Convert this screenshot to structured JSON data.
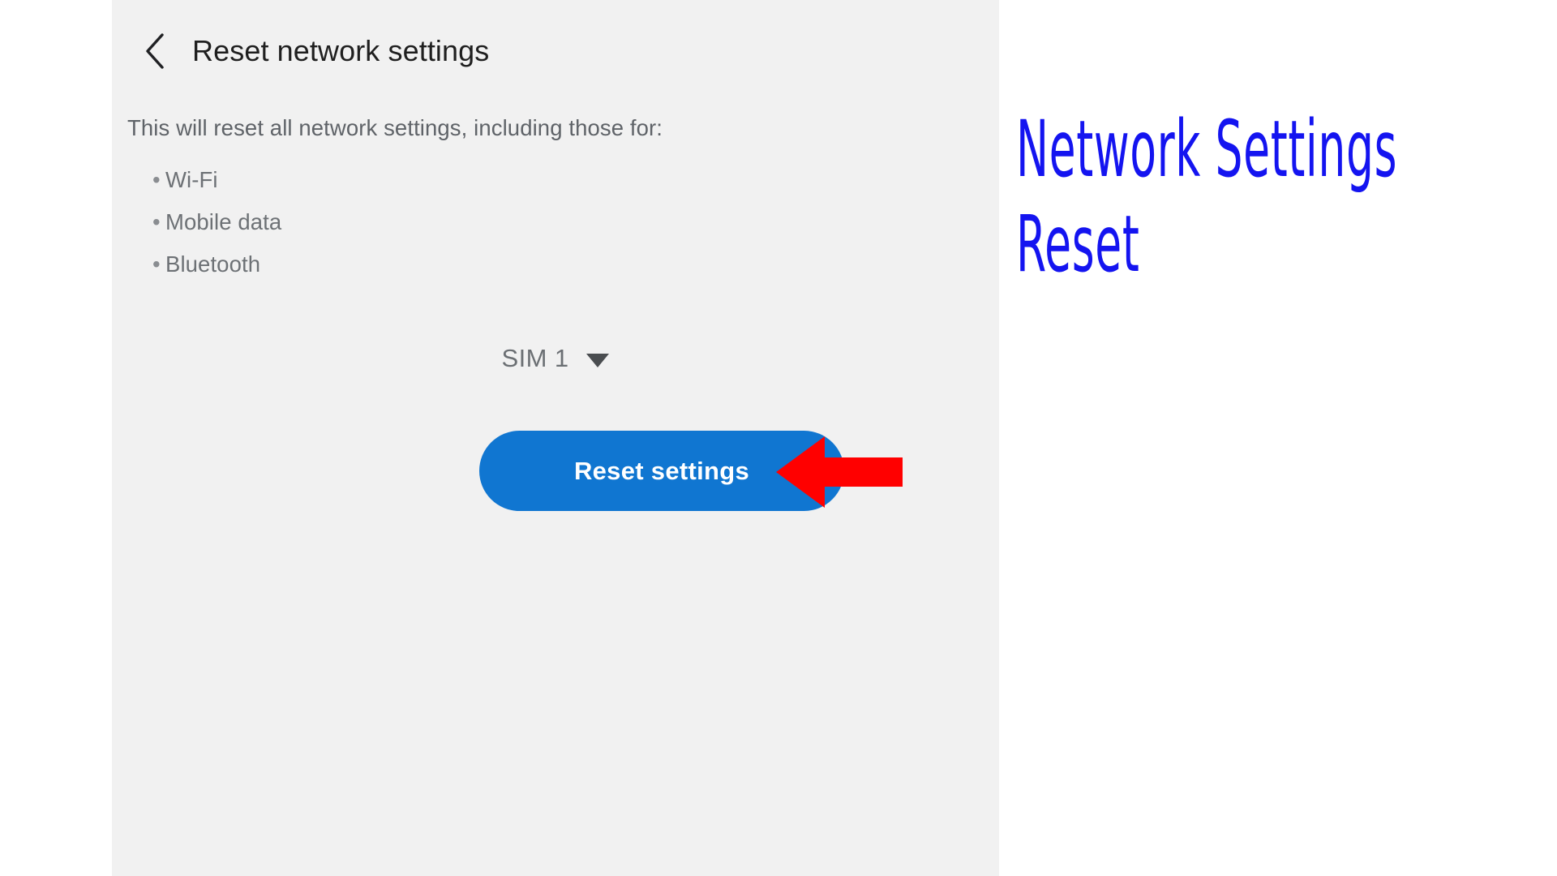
{
  "panel": {
    "background_color": "#f1f1f1",
    "header": {
      "back_icon": "back-chevron-icon",
      "title": "Reset network settings"
    },
    "description": "This will reset all network settings, including those for:",
    "bullets": [
      {
        "dot": "•",
        "label": "Wi-Fi"
      },
      {
        "dot": "•",
        "label": "Mobile data"
      },
      {
        "dot": "•",
        "label": "Bluetooth"
      }
    ],
    "sim_selector": {
      "selected": "SIM 1",
      "caret_icon": "caret-down-icon"
    },
    "reset_button": {
      "label": "Reset settings",
      "color": "#1076d1",
      "text_color": "#ffffff"
    }
  },
  "annotations": {
    "arrow": {
      "icon": "left-arrow-icon",
      "color": "#ff0000",
      "direction": "left"
    },
    "caption": {
      "color": "#1414f0",
      "lines": [
        "Network Settings",
        "Reset"
      ]
    }
  }
}
